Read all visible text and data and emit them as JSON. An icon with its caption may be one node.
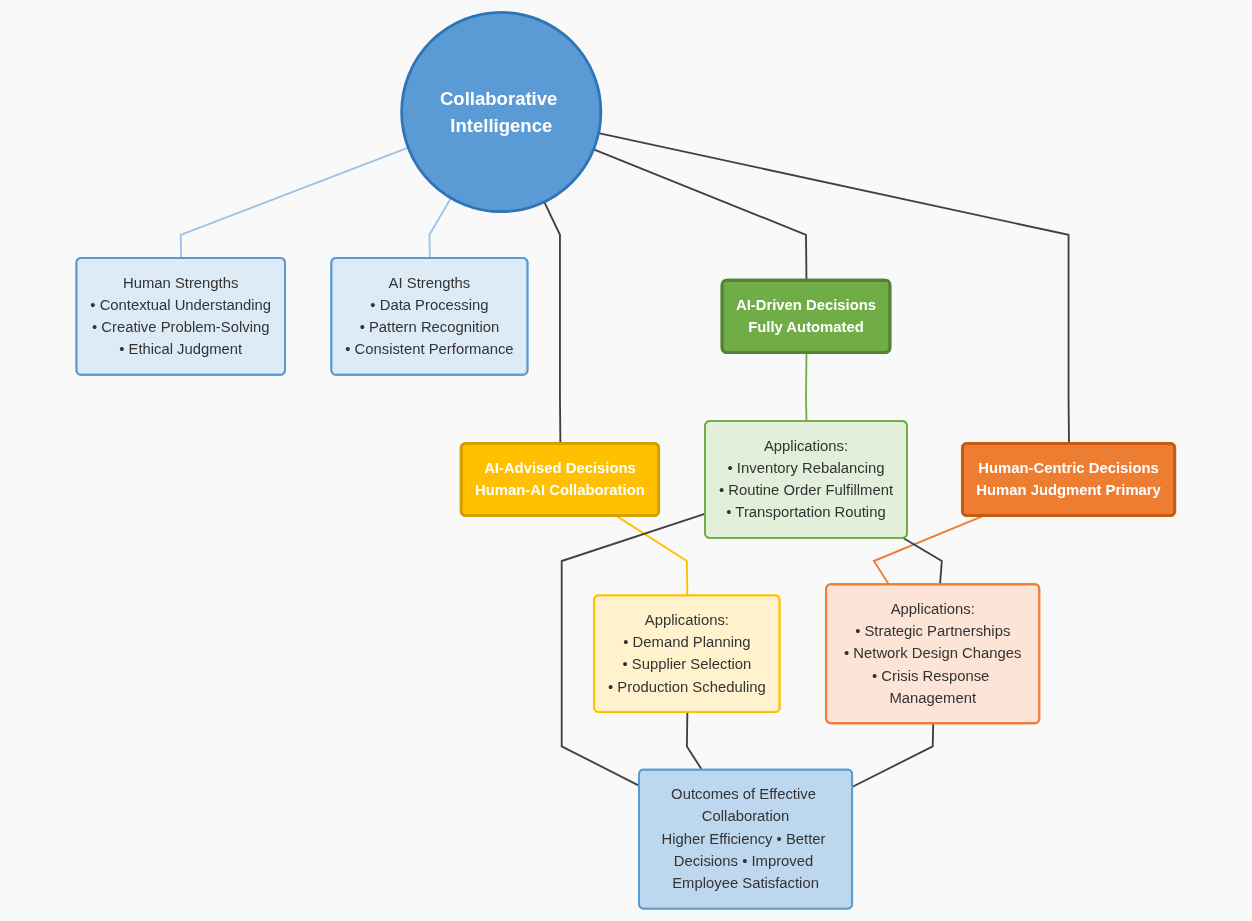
{
  "diagram": {
    "nodes": [
      {
        "text": [
          "Collaborative Intelligence"
        ]
      },
      {
        "text": [
          "Human Strengths",
          "• Contextual Understanding",
          "• Creative Problem-Solving",
          "• Ethical Judgment"
        ]
      },
      {
        "text": [
          "AI Strengths",
          "• Data Processing",
          "• Pattern Recognition",
          "• Consistent Performance"
        ]
      },
      {
        "text": [
          "AI-Driven Decisions",
          "Fully Automated"
        ]
      },
      {
        "text": [
          "AI-Advised Decisions",
          "Human-AI Collaboration"
        ]
      },
      {
        "text": [
          "Human-Centric Decisions",
          "Human Judgment Primary"
        ]
      },
      {
        "text": [
          "Applications:",
          "• Inventory Rebalancing",
          "• Routine Order Fulfillment",
          "• Transportation Routing"
        ]
      },
      {
        "text": [
          "Applications:",
          "• Demand Planning",
          "• Supplier Selection",
          "• Production Scheduling"
        ]
      },
      {
        "text": [
          "Applications:",
          "• Strategic Partnerships",
          "• Network Design Changes",
          "• Crisis Response Management"
        ]
      },
      {
        "text": [
          "Outcomes of Effective Collaboration",
          "Higher Efficiency • Better Decisions • Improved Employee Satisfaction"
        ]
      }
    ],
    "edges": [
      {
        "from": 0,
        "to": 1,
        "arrow": "none",
        "color": "#9dc3e6"
      },
      {
        "from": 0,
        "to": 2,
        "arrow": "none",
        "color": "#9dc3e6"
      },
      {
        "from": 0,
        "to": 3,
        "arrow": "none"
      },
      {
        "from": 0,
        "to": 4,
        "arrow": "none"
      },
      {
        "from": 0,
        "to": 5,
        "arrow": "none"
      },
      {
        "from": 3,
        "to": 6,
        "arrow": "none",
        "color": "#70ad47"
      },
      {
        "from": 4,
        "to": 7,
        "arrow": "none",
        "color": "#ffc000"
      },
      {
        "from": 5,
        "to": 8,
        "arrow": "none",
        "color": "#ed7d31"
      },
      {
        "from": 6,
        "to": 8,
        "arrow": "none"
      },
      {
        "from": 6,
        "to": 9,
        "arrow": "none"
      },
      {
        "from": 7,
        "to": 9,
        "arrow": "none"
      },
      {
        "from": 8,
        "to": 9,
        "arrow": "none"
      }
    ]
  }
}
